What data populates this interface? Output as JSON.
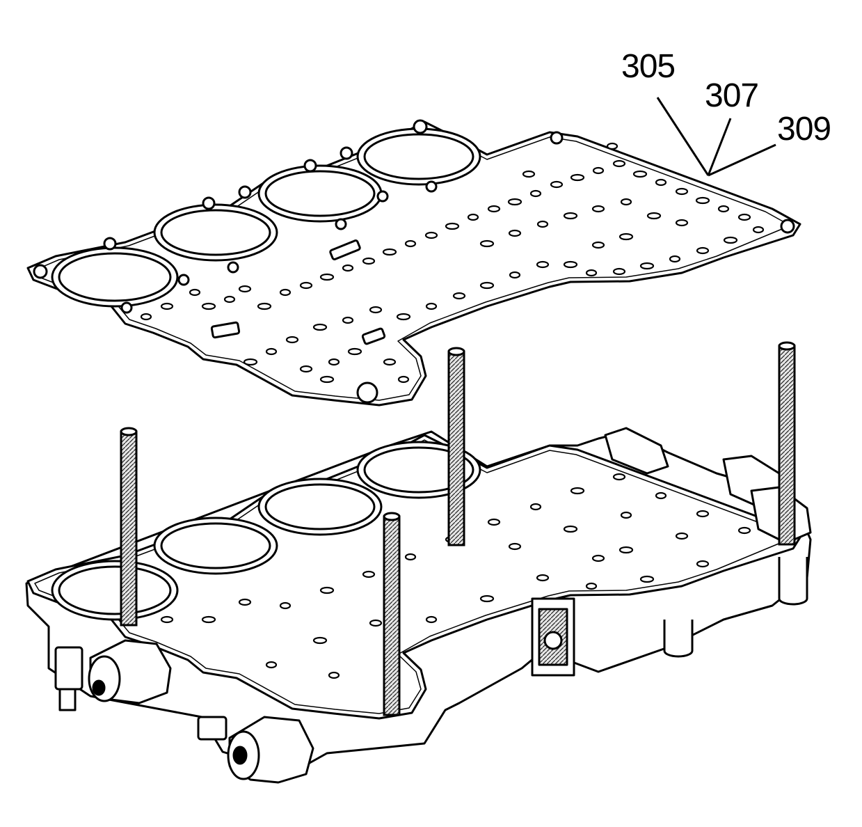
{
  "diagram": {
    "callouts": [
      {
        "id": "305",
        "label": "305"
      },
      {
        "id": "307",
        "label": "307"
      },
      {
        "id": "309",
        "label": "309"
      }
    ],
    "colors": {
      "ink": "#000000",
      "paper": "#ffffff",
      "stud_fill": "#d8d8d8"
    }
  }
}
